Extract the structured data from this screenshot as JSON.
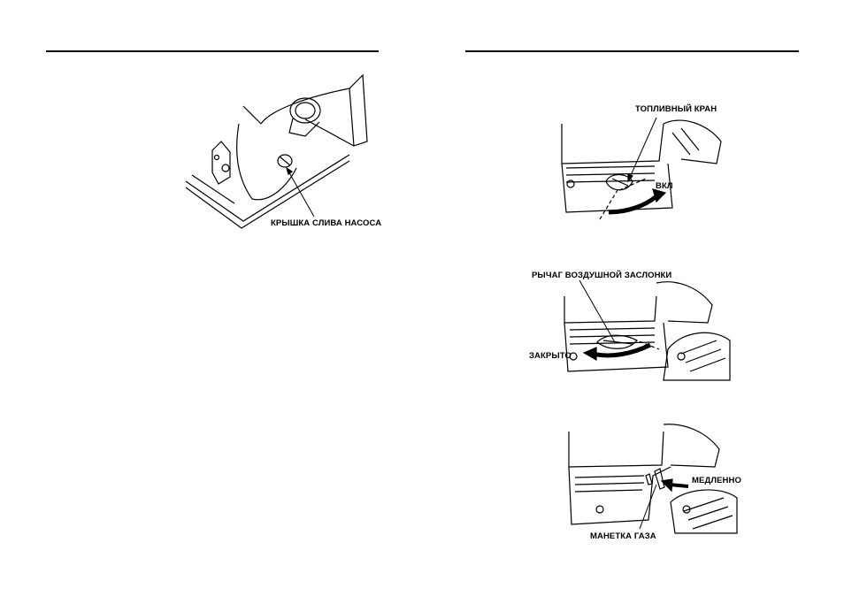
{
  "labels": {
    "pump_drain_cap": "КРЫШКА СЛИВА НАСОСА",
    "fuel_valve": "ТОПЛИВНЫЙ КРАН",
    "on": "ВКЛ",
    "choke_lever": "РЫЧАГ ВОЗДУШНОЙ ЗАСЛОНКИ",
    "closed": "ЗАКРЫТО",
    "slow": "МЕДЛЕННО",
    "throttle_lever": "МАНЕТКА ГАЗА"
  },
  "icons": [
    "pump-drain-illustration",
    "fuel-valve-illustration",
    "choke-lever-illustration",
    "throttle-lever-illustration"
  ]
}
